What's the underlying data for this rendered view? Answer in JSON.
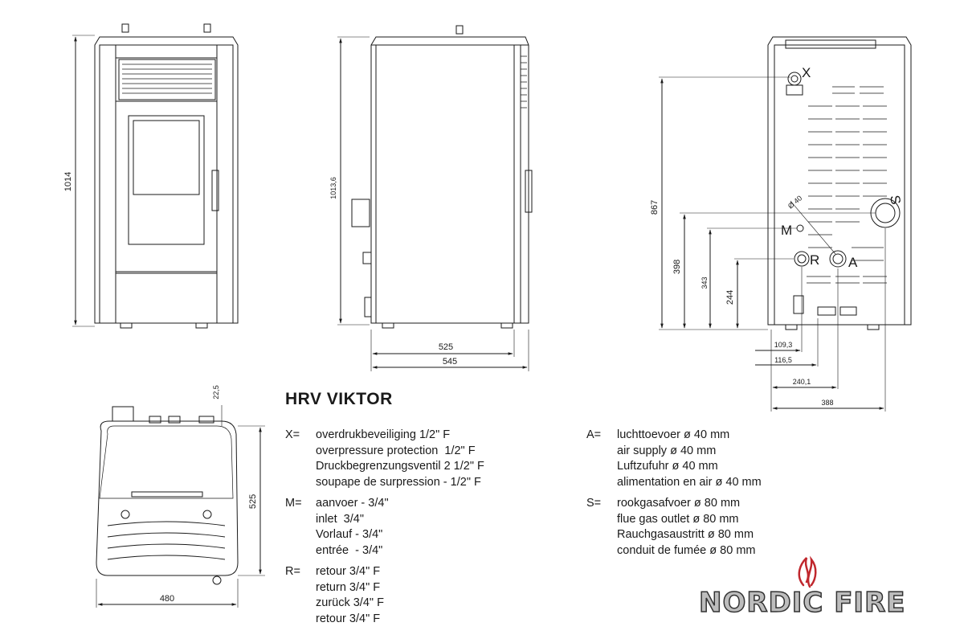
{
  "title": "HRV VIKTOR",
  "dimensions": {
    "front_height": "1014",
    "side_height": "1013,6",
    "side_depth_inner": "525",
    "side_depth_outer": "545",
    "back_867": "867",
    "back_398": "398",
    "back_343": "343",
    "back_244": "244",
    "back_109": "109,3",
    "back_116": "116,5",
    "back_240": "240,1",
    "back_388": "388",
    "top_225": "22,5",
    "top_depth": "525",
    "top_width": "480"
  },
  "connection_labels": {
    "x": "X",
    "m": "M",
    "r": "R",
    "a": "A",
    "s": "S",
    "diam40": "Ø 40"
  },
  "legend": [
    {
      "key": "X=",
      "lines": [
        "overdrukbeveiliging 1/2\" F",
        "overpressure protection  1/2\" F",
        "Druckbegrenzungsventil 2 1/2\" F",
        "soupape de surpression - 1/2\" F"
      ]
    },
    {
      "key": "M=",
      "lines": [
        "aanvoer - 3/4\"",
        "inlet  3/4\"",
        "Vorlauf - 3/4\"",
        "entrée  - 3/4\""
      ]
    },
    {
      "key": "R=",
      "lines": [
        "retour 3/4\" F",
        "return 3/4\" F",
        "zurück 3/4\" F",
        "retour 3/4\" F"
      ]
    },
    {
      "key": "A=",
      "lines": [
        "luchttoevoer ø 40 mm",
        "air supply ø 40 mm",
        "Luftzufuhr ø 40 mm",
        "alimentation en air ø 40 mm"
      ]
    },
    {
      "key": "S=",
      "lines": [
        "rookgasafvoer ø 80 mm",
        "flue gas outlet ø 80 mm",
        "Rauchgasaustritt ø 80 mm",
        "conduit de fumée ø 80 mm"
      ]
    }
  ],
  "brand": "NORDIC FIRE",
  "colors": {
    "line": "#1a1a1a",
    "flame": "#c0272d",
    "brand_fill": "#bdbdbd"
  }
}
